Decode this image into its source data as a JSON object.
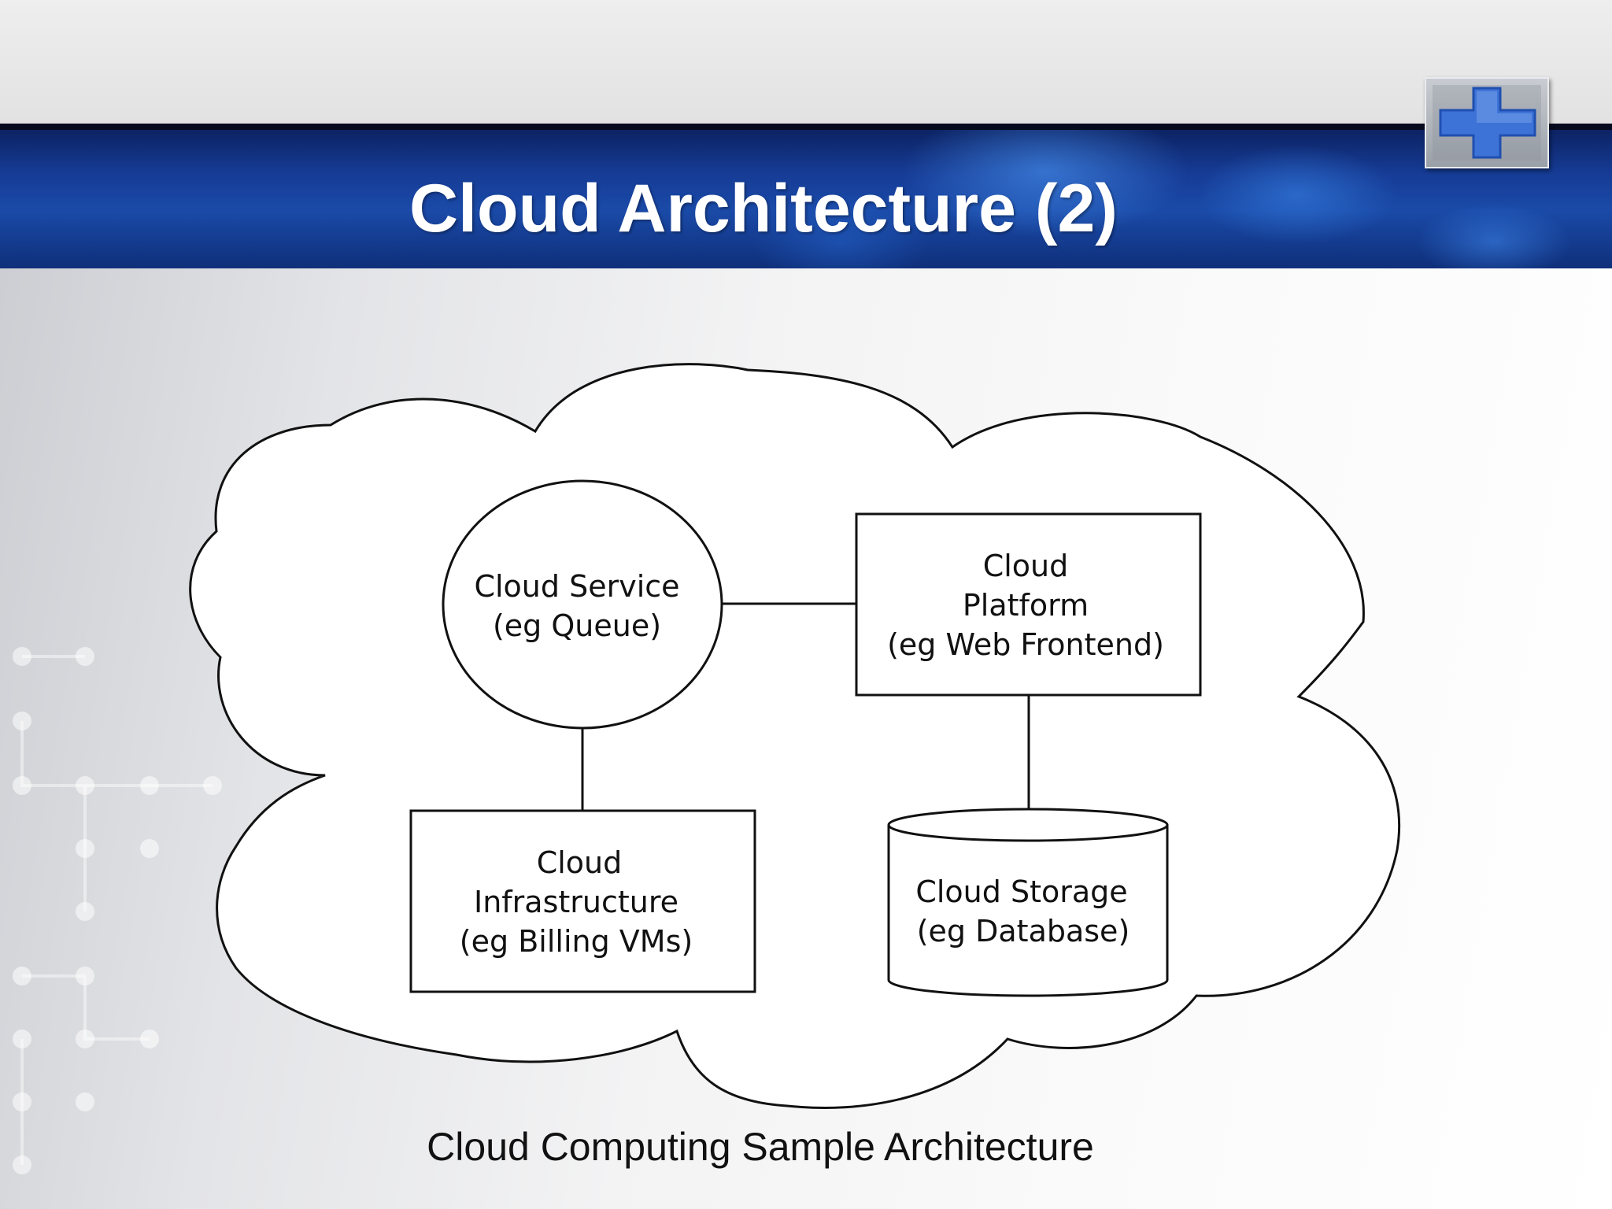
{
  "slide": {
    "title": "Cloud Architecture (2)",
    "caption": "Cloud Computing Sample Architecture"
  },
  "logo": {
    "icon": "plus-icon",
    "colors": {
      "plate": "#b3b8bf",
      "cross": "#3d73d6"
    }
  },
  "theme": {
    "banner_color": "#1a4aa8",
    "title_color": "#ffffff",
    "diagram_stroke": "#111111",
    "diagram_fill": "#ffffff"
  },
  "diagram": {
    "nodes": [
      {
        "id": "service",
        "shape": "circle",
        "lines": [
          "Cloud Service",
          "(eg Queue)"
        ]
      },
      {
        "id": "platform",
        "shape": "rectangle",
        "lines": [
          "Cloud",
          "Platform",
          "(eg Web Frontend)"
        ]
      },
      {
        "id": "infrastructure",
        "shape": "rectangle",
        "lines": [
          "Cloud",
          "Infrastructure",
          "(eg Billing VMs)"
        ]
      },
      {
        "id": "storage",
        "shape": "cylinder",
        "lines": [
          "Cloud Storage",
          "(eg Database)"
        ]
      }
    ],
    "edges": [
      {
        "from": "service",
        "to": "platform"
      },
      {
        "from": "service",
        "to": "infrastructure"
      },
      {
        "from": "platform",
        "to": "storage"
      }
    ]
  }
}
